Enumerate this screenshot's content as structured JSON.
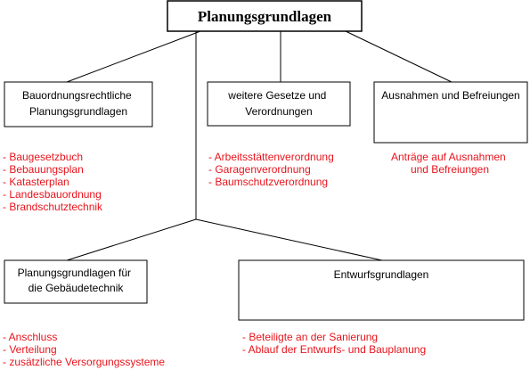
{
  "colors": {
    "line": "#000000",
    "item_text": "#e8141c"
  },
  "root": {
    "label": "Planungsgrundlagen"
  },
  "categories": {
    "bauordnung": {
      "label_lines": [
        "Bauordnungsrechtliche",
        "Planungsgrundlagen"
      ],
      "items": [
        "- Baugesetzbuch",
        "- Bebauungsplan",
        "- Katasterplan",
        "- Landesbauordnung",
        "- Brandschutztechnik"
      ]
    },
    "gesetze": {
      "label_lines": [
        "weitere Gesetze und",
        "Verordnungen"
      ],
      "items": [
        "- Arbeitsstättenverordnung",
        "- Garagenverordnung",
        "- Baumschutzverordnung"
      ]
    },
    "ausnahmen": {
      "label_lines": [
        "Ausnahmen und Befreiungen"
      ],
      "items": [
        "Anträge auf Ausnahmen",
        "und Befreiungen"
      ]
    },
    "gebaeudetechnik": {
      "label_lines": [
        "Planungsgrundlagen für",
        "die Gebäudetechnik"
      ],
      "items": [
        "- Anschluss",
        "- Verteilung",
        "- zusätzliche Versorgungssysteme"
      ]
    },
    "entwurf": {
      "label_lines": [
        "Entwurfsgrundlagen"
      ],
      "items": [
        "- Beteiligte an der Sanierung",
        "- Ablauf der Entwurfs- und Bauplanung"
      ]
    }
  }
}
